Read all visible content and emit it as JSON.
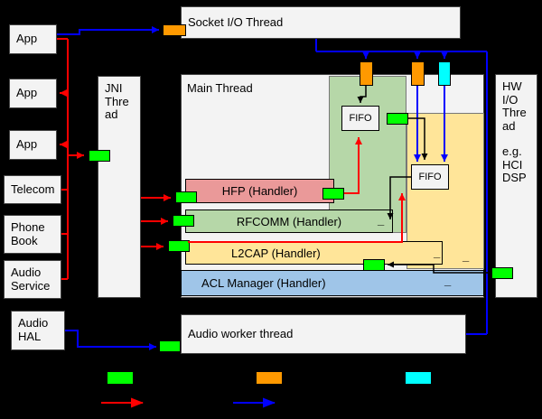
{
  "colors": {
    "background": "#000000",
    "box_fill": "#f3f3f3",
    "green_region": "#b6d7a8",
    "yellow_region": "#ffe599",
    "pink_bar": "#ea9999",
    "blue_bar": "#9fc5e8",
    "marker_green": "#00ff00",
    "marker_orange": "#ff9900",
    "marker_cyan": "#00ffff",
    "arrow_red": "#ff0000",
    "arrow_blue": "#0000ff",
    "arrow_black": "#000000"
  },
  "threads": {
    "socket_io": "Socket I/O Thread",
    "main": "Main Thread",
    "jni": "JNI\nThre\nad",
    "hw_io": "HW\nI/O\nThre\nad",
    "hw_io_example": "e.g.\nHCI\nDSP",
    "audio_worker": "Audio worker thread"
  },
  "left_column": {
    "apps": [
      "App",
      "App",
      "App"
    ],
    "telecom": "Telecom",
    "phone_book": "Phone\nBook",
    "audio_service": "Audio\nService",
    "audio_hal": "Audio\nHAL"
  },
  "handlers": {
    "hfp": "HFP (Handler)",
    "rfcomm": "RFCOMM (Handler)",
    "l2cap": "L2CAP (Handler)",
    "acl": "ACL Manager (Handler)"
  },
  "fifo_label": "FIFO",
  "marks": {
    "dash": "_"
  }
}
